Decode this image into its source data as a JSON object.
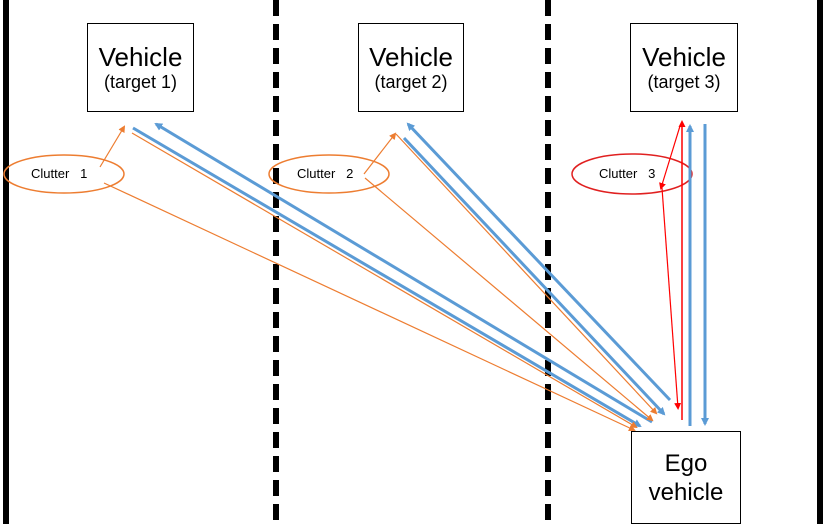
{
  "vehicles": [
    {
      "line1": "Vehicle",
      "line2": "(target 1)"
    },
    {
      "line1": "Vehicle",
      "line2": "(target 2)"
    },
    {
      "line1": "Vehicle",
      "line2": "(target 3)"
    }
  ],
  "ego": {
    "line1": "Ego",
    "line2": "vehicle"
  },
  "clutters": [
    {
      "label": "Clutter   1"
    },
    {
      "label": "Clutter   2"
    },
    {
      "label": "Clutter   3"
    }
  ],
  "colors": {
    "direct_path": "#5b9bd5",
    "clutter_path": "#ed7d31",
    "clutter3_path": "#ff0000",
    "lane_line": "#000000"
  }
}
